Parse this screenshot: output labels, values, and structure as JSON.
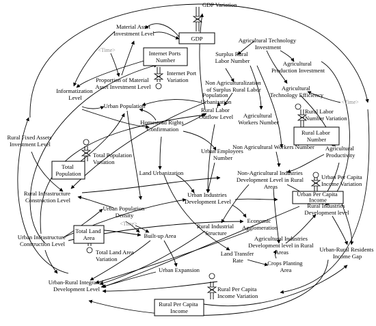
{
  "diagram": {
    "stocks": {
      "gdp": "GDP",
      "internet_ports": [
        "Internet Ports",
        "Number"
      ],
      "rural_labor_number": [
        "Rural Labor",
        "Number"
      ],
      "total_population": [
        "Total",
        "Population"
      ],
      "urban_per_capita_income": [
        "Urban Per Capita",
        "Income"
      ],
      "total_land_area": [
        "Total Land",
        "Area"
      ],
      "rural_per_capita_income": [
        "Rural Per Capita",
        "Income"
      ]
    },
    "rates": {
      "gdp_variation": "GDP Variation",
      "internet_port_variation": [
        "Internet Port",
        "Variation"
      ],
      "rural_labor_number_variation": [
        "Rural Labor",
        "Number Variation"
      ],
      "total_population_variation": [
        "Total Population",
        "Variation"
      ],
      "urban_per_capita_income_variation": [
        "Urban Per Capita",
        "Income Variation"
      ],
      "total_land_area_variation": [
        "Total Land Area",
        "Variation"
      ],
      "rural_per_capita_income_variation": [
        "Rural Per Capita",
        "Income Variation"
      ]
    },
    "variables": {
      "material_asset_investment_level": [
        "Material Asset",
        "Investment Level"
      ],
      "proportion_material_asset": [
        "Proportion of Material",
        "Asset Investment Level"
      ],
      "informatization_level": [
        "Informatization",
        "Level"
      ],
      "rural_fixed_assets": [
        "Rural Fixed Assets",
        "Investment Level"
      ],
      "urban_population": "Urban Population",
      "homestead_rights": [
        "Homestead Rights",
        "Confirmation"
      ],
      "population_urbanization": [
        "Population",
        "Urbanization"
      ],
      "rural_labor_outflow": [
        "Rural Labor",
        "Outflow Level"
      ],
      "urban_employees": [
        "Urban Employees",
        "Number"
      ],
      "surplus_rural_labor": [
        "Surplus Rural",
        "Labor Number"
      ],
      "non_agri_surplus": [
        "Non Agriculturalization",
        "of Surplus Rural Labor"
      ],
      "agri_tech_investment": [
        "Agricultural Technology",
        "Investment"
      ],
      "agri_production_investment": [
        "Agricultural",
        "Production Investment"
      ],
      "agri_tech_efficiency": [
        "Agricultural",
        "Technology Efficiency"
      ],
      "agri_workers": [
        "Agricultural",
        "Workers Number"
      ],
      "non_agri_workers": "Non Agricultural Workers Number",
      "agri_productivity": [
        "Agricultural",
        "Productivity"
      ],
      "land_urbanization": "Land Urbanization",
      "rural_infra": [
        "Rural Infrastructure",
        "Construction Level"
      ],
      "urban_industries_dev": [
        "Urban Industries",
        "Development Level"
      ],
      "non_agri_industries_dev": [
        "Non-Agricultural Industries",
        "Development Level in Rural",
        "Areas"
      ],
      "urban_population_density": [
        "Urban Population",
        "Density"
      ],
      "urban_infra": [
        "Urban Infrastructure",
        "Construction Level"
      ],
      "built_up_area": "Built-up Area",
      "rural_industrial_structure": [
        "Rural Industrial",
        "Structure"
      ],
      "economic_agglomeration": [
        "Economic",
        "Agglomeration"
      ],
      "rural_industries_dev": [
        "Rural Industries",
        "Development level"
      ],
      "agri_industries_dev": [
        "Agricultural Industries",
        "Development level in Rural",
        "Areas"
      ],
      "land_transfer_rate": [
        "Land Transfer",
        "Rate"
      ],
      "crops_planting_area": [
        "Crops Planting",
        "Area"
      ],
      "urban_rural_income_gap": [
        "Urban-Rural Residents",
        "Income Gap"
      ],
      "urban_expansion": "Urban Expansion",
      "urban_rural_integrated": [
        "Urban-Rural Integrated",
        "Development Level"
      ]
    },
    "time_label": "<Time>"
  }
}
